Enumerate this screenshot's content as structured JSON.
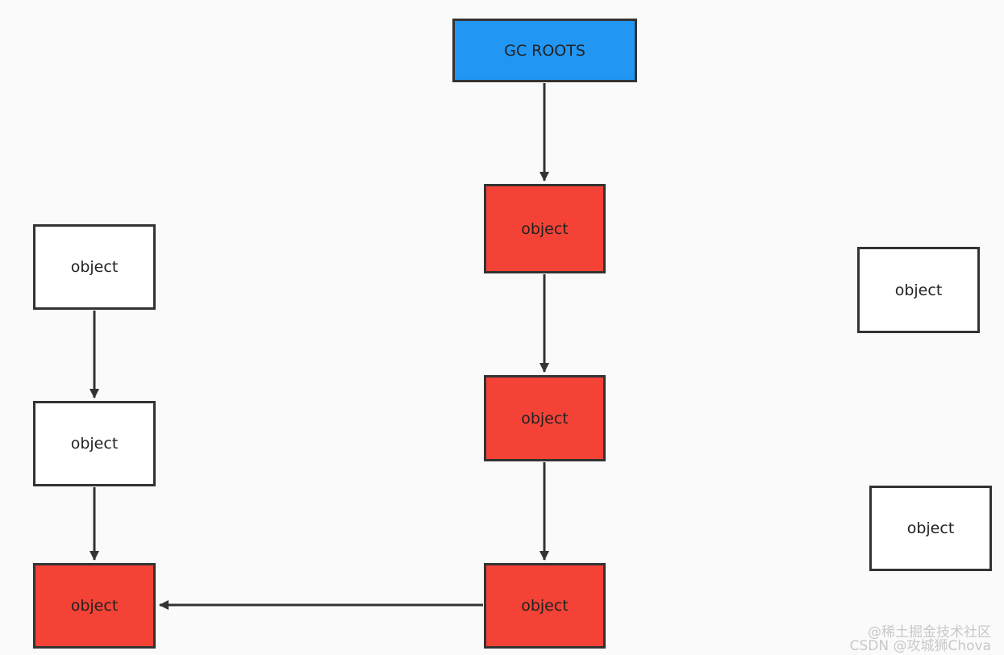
{
  "diagram": {
    "nodes": [
      {
        "id": "root",
        "label": "GC ROOTS",
        "fill": "#2196f3"
      },
      {
        "id": "c1",
        "label": "object",
        "fill": "#f44336"
      },
      {
        "id": "c2",
        "label": "object",
        "fill": "#f44336"
      },
      {
        "id": "c3",
        "label": "object",
        "fill": "#f44336"
      },
      {
        "id": "l1",
        "label": "object",
        "fill": "#ffffff"
      },
      {
        "id": "l2",
        "label": "object",
        "fill": "#ffffff"
      },
      {
        "id": "l3",
        "label": "object",
        "fill": "#f44336"
      },
      {
        "id": "r1",
        "label": "object",
        "fill": "#ffffff"
      },
      {
        "id": "r2",
        "label": "object",
        "fill": "#ffffff"
      }
    ],
    "edges": [
      {
        "from": "root",
        "to": "c1"
      },
      {
        "from": "c1",
        "to": "c2"
      },
      {
        "from": "c2",
        "to": "c3"
      },
      {
        "from": "c3",
        "to": "l3"
      },
      {
        "from": "l1",
        "to": "l2"
      },
      {
        "from": "l2",
        "to": "l3"
      }
    ],
    "colors": {
      "reachable": "#f44336",
      "root": "#2196f3",
      "unreachable": "#ffffff",
      "stroke": "#333333"
    }
  },
  "watermark": {
    "line1": "@稀土掘金技术社区",
    "line2": "CSDN @攻城狮Chova"
  }
}
